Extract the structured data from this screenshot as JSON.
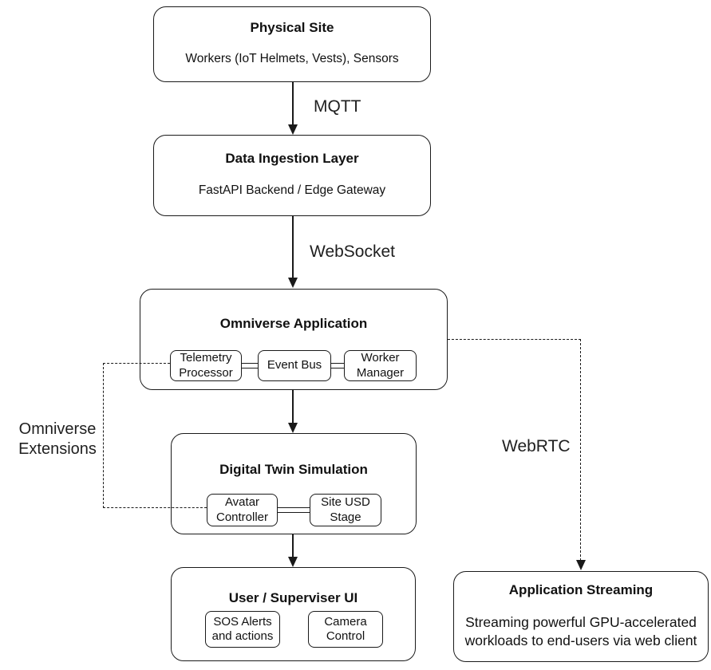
{
  "diagram": {
    "nodes": {
      "physical_site": {
        "title": "Physical Site",
        "subtitle": "Workers (IoT Helmets, Vests), Sensors"
      },
      "data_ingestion": {
        "title": "Data Ingestion Layer",
        "subtitle": "FastAPI Backend / Edge Gateway"
      },
      "omniverse_app": {
        "title": "Omniverse Application",
        "children": [
          "Telemetry Processor",
          "Event Bus",
          "Worker Manager"
        ]
      },
      "digital_twin": {
        "title": "Digital Twin Simulation",
        "children": [
          "Avatar Controller",
          "Site USD Stage"
        ]
      },
      "supervisor_ui": {
        "title": "User / Superviser UI",
        "children": [
          "SOS Alerts and actions",
          "Camera Control"
        ]
      },
      "app_streaming": {
        "title": "Application Streaming",
        "subtitle": "Streaming powerful GPU-accelerated workloads to end-users via web client"
      }
    },
    "edges": {
      "mqtt": {
        "label": "MQTT"
      },
      "websocket": {
        "label": "WebSocket"
      },
      "webrtc": {
        "label": "WebRTC"
      },
      "omniverse_extensions": {
        "label": "Omniverse Extensions"
      }
    },
    "colors": {
      "stroke": "#1a1a1a",
      "text": "#111111",
      "background": "#ffffff"
    }
  }
}
